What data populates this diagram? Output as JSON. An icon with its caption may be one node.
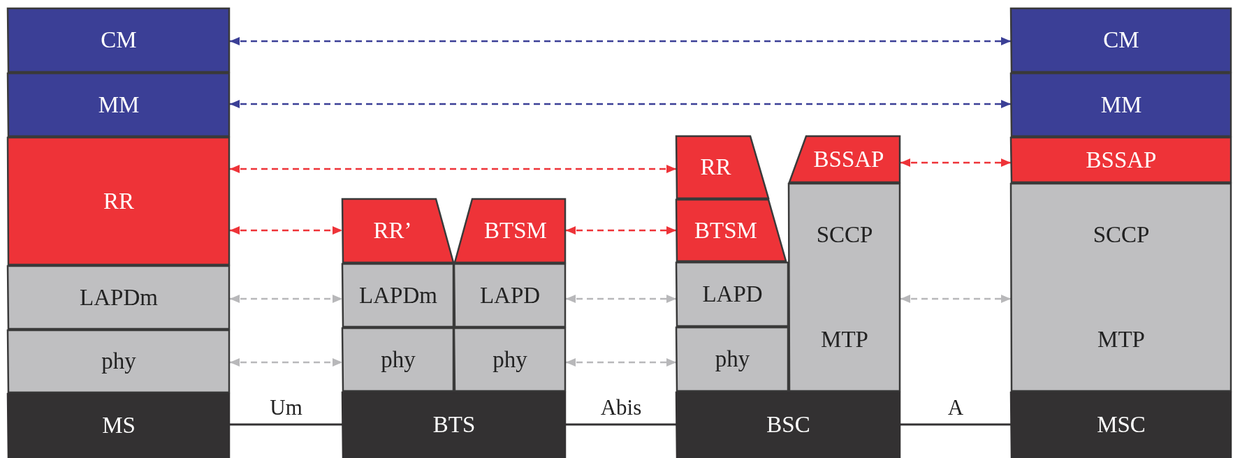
{
  "diagram": {
    "nodes": [
      {
        "text": [
          "CM"
        ]
      },
      {
        "text": [
          "MM"
        ]
      },
      {
        "text": [
          "RR"
        ]
      },
      {
        "text": [
          "LAPDm"
        ]
      },
      {
        "text": [
          "phy"
        ]
      },
      {
        "text": [
          "MS"
        ]
      },
      {
        "text": [
          "RR’"
        ]
      },
      {
        "text": [
          "BTSM"
        ]
      },
      {
        "text": [
          "LAPDm"
        ]
      },
      {
        "text": [
          "LAPD"
        ]
      },
      {
        "text": [
          "phy"
        ]
      },
      {
        "text": [
          "phy"
        ]
      },
      {
        "text": [
          "BTS"
        ]
      },
      {
        "text": [
          "RR"
        ]
      },
      {
        "text": [
          "BTSM"
        ]
      },
      {
        "text": [
          "BSSAP"
        ]
      },
      {
        "text": [
          "SCCP",
          "MTP"
        ]
      },
      {
        "text": [
          "LAPD"
        ]
      },
      {
        "text": [
          "phy"
        ]
      },
      {
        "text": [
          "BSC"
        ]
      },
      {
        "text": [
          "CM"
        ]
      },
      {
        "text": [
          "MM"
        ]
      },
      {
        "text": [
          "BSSAP"
        ]
      },
      {
        "text": [
          "SCCP",
          "MTP"
        ]
      },
      {
        "text": [
          "MSC"
        ]
      }
    ],
    "edges": [
      {
        "from": 0,
        "to": 20,
        "arrow": "both",
        "style": "dashed",
        "color": "#3b3f96"
      },
      {
        "from": 1,
        "to": 21,
        "arrow": "both",
        "style": "dashed",
        "color": "#3b3f96"
      },
      {
        "from": 2,
        "to": 13,
        "arrow": "both",
        "style": "dashed",
        "color": "#ee3338"
      },
      {
        "from": 2,
        "to": 6,
        "arrow": "both",
        "style": "dashed",
        "color": "#ee3338"
      },
      {
        "from": 7,
        "to": 14,
        "arrow": "both",
        "style": "dashed",
        "color": "#ee3338"
      },
      {
        "from": 15,
        "to": 22,
        "arrow": "both",
        "style": "dashed",
        "color": "#ee3338"
      },
      {
        "from": 3,
        "to": 8,
        "arrow": "both",
        "style": "dashed"
      },
      {
        "from": 9,
        "to": 17,
        "arrow": "both",
        "style": "dashed"
      },
      {
        "from": 16,
        "to": 23,
        "arrow": "both",
        "style": "dashed"
      },
      {
        "from": 4,
        "to": 10,
        "arrow": "both",
        "style": "dashed"
      },
      {
        "from": 11,
        "to": 18,
        "arrow": "both",
        "style": "dashed"
      },
      {
        "from": 5,
        "to": 12,
        "arrow": "none",
        "label": "Um",
        "color": "#333132"
      },
      {
        "from": 12,
        "to": 19,
        "arrow": "none",
        "label": "Abis",
        "color": "#333132"
      },
      {
        "from": 19,
        "to": 24,
        "arrow": "none",
        "label": "A",
        "color": "#333132"
      }
    ]
  }
}
